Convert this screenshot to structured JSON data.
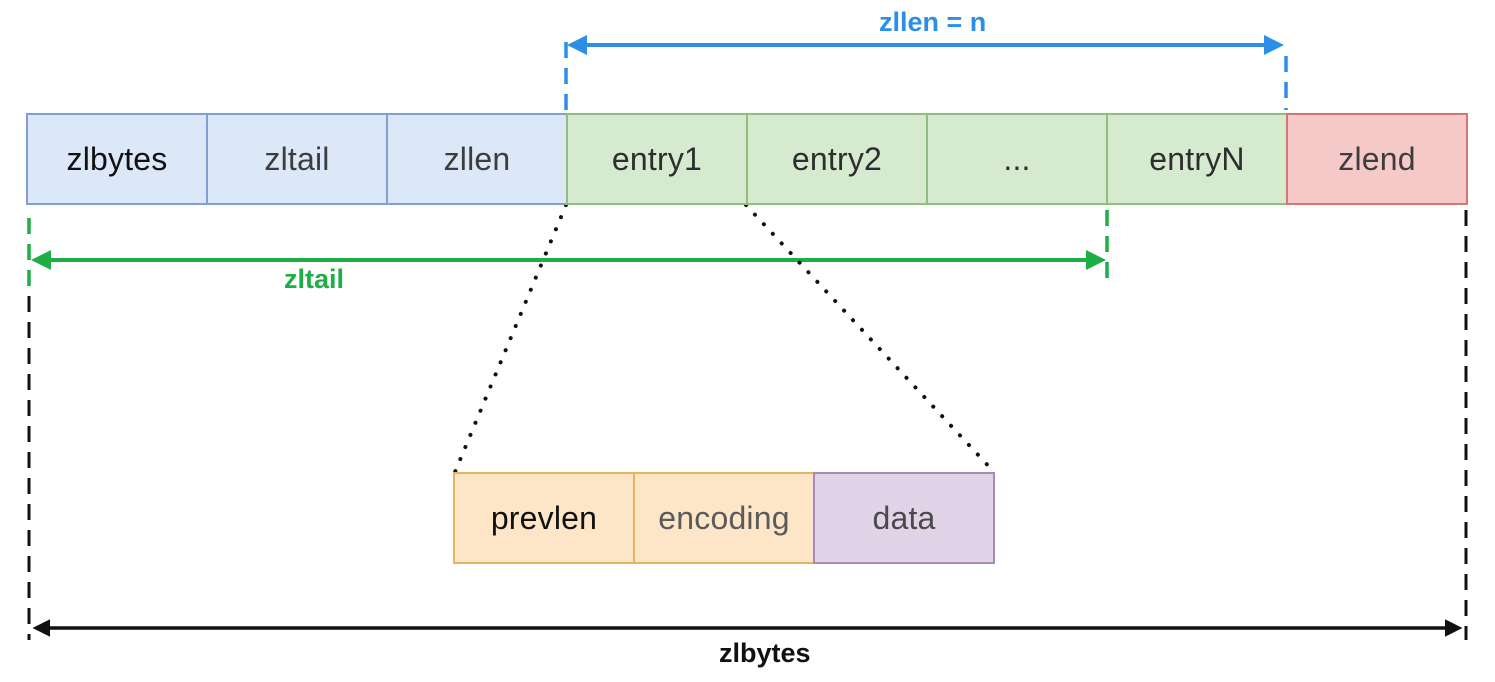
{
  "colors": {
    "header_fill": "#dce7f8",
    "entry_fill": "#d6ead0",
    "end_fill": "#f6c9c9",
    "prevlen_fill": "#fde6c7",
    "data_fill": "#e1d4e8",
    "zllen_arrow": "#2d8ee8",
    "zltail_arrow": "#1fae46",
    "zlbytes_arrow": "#111111"
  },
  "ziplist": {
    "zlbytes": "zlbytes",
    "zltail": "zltail",
    "zllen": "zllen",
    "entry1": "entry1",
    "entry2": "entry2",
    "ellipsis": "...",
    "entryN": "entryN",
    "zlend": "zlend"
  },
  "entry_detail": {
    "prevlen": "prevlen",
    "encoding": "encoding",
    "data": "data"
  },
  "annotations": {
    "zllen_span": "zllen = n",
    "zltail_span": "zltail",
    "zlbytes_span": "zlbytes"
  }
}
